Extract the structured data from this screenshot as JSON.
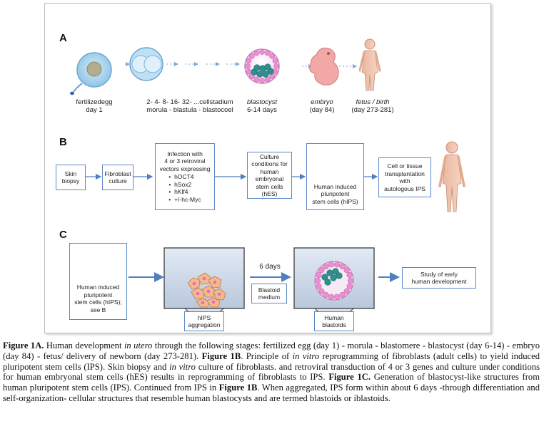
{
  "panelA": {
    "letter": "A",
    "stage1": {
      "line1": "fertilizedegg",
      "line2": "day 1"
    },
    "stage2": {
      "line1": "2-  4-   8-  16-  32- ...cellstadium",
      "line2": "morula - blastula - blastocoel"
    },
    "stage3": {
      "line1": "blastocyst",
      "line2": "6-14 days"
    },
    "stage4": {
      "line1": "embryo",
      "line2": "(day 84)"
    },
    "stage5": {
      "line1": "fetus / birth",
      "line2": "(day 273-281)"
    }
  },
  "panelB": {
    "letter": "B",
    "skin": "Skin\nbiopsy",
    "fibro": "Fibroblast\nculture",
    "infection": "Infection with\n4 or 3 retroviral\nvectors expressing",
    "genes": [
      "hOCT4",
      "hSox2",
      "hKlf4",
      "+/-hc-Myc"
    ],
    "culture": "Culture\nconditions for\nhuman\nembryonal\nstem cells (hES)",
    "hips": "Human induced\npluripotent\nstem cells (hIPS)",
    "transplant": "Cell or tissue\ntransplantation\nwith\nautologous  IPS"
  },
  "panelC": {
    "letter": "C",
    "hips_text": "Human induced\npluripotent\nstem cells (hIPS);\nsee B",
    "aggregation": "hIPS\naggregation",
    "days": "6 days",
    "medium": "Blastoid\nmedium",
    "blastoids": "Human\nblastoids",
    "study": "Study of  early\nhuman development"
  },
  "caption": {
    "fig1a": "Figure 1A.",
    "t1": " Human development ",
    "i1": "in utero",
    "t2": " through the following stages: fertilized egg (day 1) - morula - blastomere - blastocyst (day 6-14) - embryo (day 84) - fetus/ delivery of newborn (day 273-281). ",
    "fig1b": "Figure 1B",
    "t3": ". Principle of ",
    "i2": "in vitro",
    "t4": " reprogramming of fibroblasts (adult cells) to yield induced pluripotent stem cells (IPS). Skin biopsy and ",
    "i3": "in vitro",
    "t5": " culture of fibroblasts. and retroviral transduction of 4 or 3 genes and culture under conditions for human embryonal stem cells (hES) results in reprogramming of fibroblasts to IPS. ",
    "fig1c": "Figure 1C.",
    "t6": " Generation of blastocyst-like structures from human pluripotent stem cells (IPS). Continued from IPS in ",
    "fig1b2": "Figure 1B",
    "t7": ". When aggregated, IPS form within about 6 days -through differentiation and self-organization- cellular structures that resemble human blastocysts and are termed blastoids or iblastoids."
  }
}
